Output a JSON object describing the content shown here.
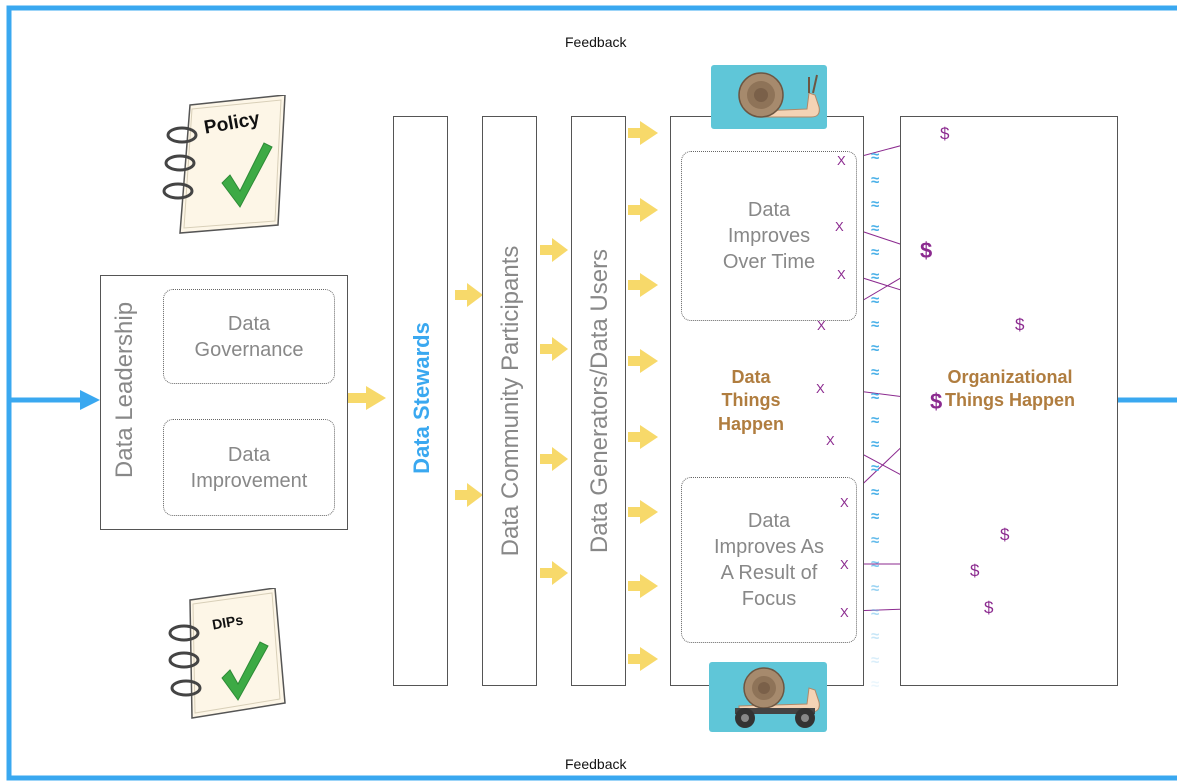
{
  "feedback_top": "Feedback",
  "feedback_bottom": "Feedback",
  "policy_note": {
    "label": "Policy"
  },
  "dips_note": {
    "label": "DIPs"
  },
  "leadership": {
    "title": "Data Leadership",
    "governance": "Data Governance",
    "improvement": "Data Improvement"
  },
  "columns": {
    "stewards": "Data Stewards",
    "community": "Data Community Participants",
    "generators": "Data Generators/Data Users"
  },
  "data_box": {
    "improves_over_time": "Data Improves Over Time",
    "things_happen": "Data Things Happen",
    "improves_focus": "Data Improves As A Result of Focus"
  },
  "org_box": {
    "things_happen": "Organizational Things Happen"
  },
  "symbols": {
    "dollar": "$",
    "x": "X",
    "wave": "≈"
  },
  "colors": {
    "feedback_line": "#3aa8f0",
    "arrow": "#f7d96a",
    "stewards_text": "#3aa8f0",
    "outcome_text": "#b07d3f",
    "money": "#8b2a8f",
    "check": "#3daa45"
  }
}
